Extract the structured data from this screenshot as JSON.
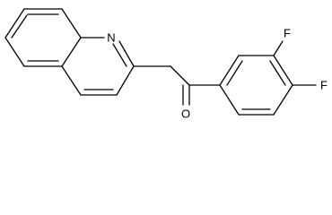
{
  "molecule": {
    "atom_labels": {
      "ring_nitrogen": "N",
      "carbonyl_oxygen": "O",
      "fluorine_meta": "F",
      "fluorine_para": "F"
    },
    "colors": {
      "bond": "#000000",
      "label": "#000000",
      "background": "#ffffff"
    }
  }
}
